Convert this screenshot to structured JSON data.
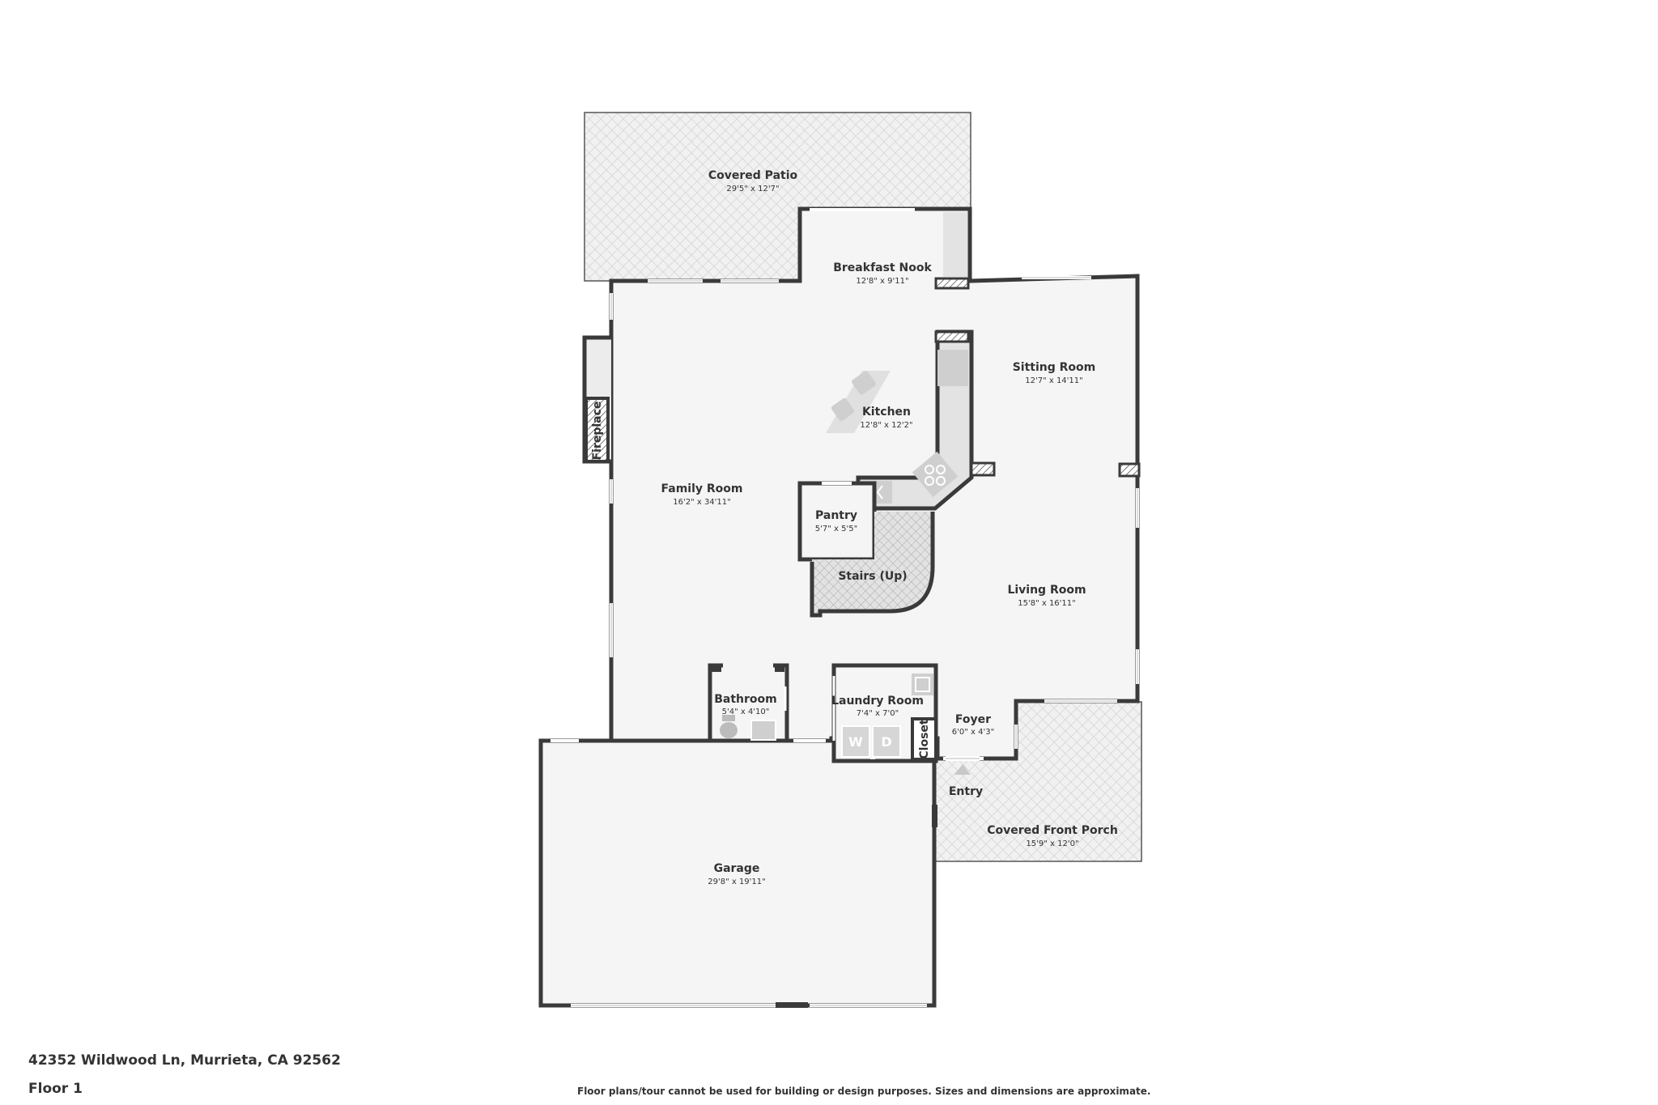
{
  "rooms": {
    "covered_patio": {
      "name": "Covered Patio",
      "dims": "29'5\" x 12'7\""
    },
    "breakfast_nook": {
      "name": "Breakfast Nook",
      "dims": "12'8\" x 9'11\""
    },
    "sitting_room": {
      "name": "Sitting Room",
      "dims": "12'7\" x 14'11\""
    },
    "kitchen": {
      "name": "Kitchen",
      "dims": "12'8\" x 12'2\""
    },
    "family_room": {
      "name": "Family Room",
      "dims": "16'2\" x 34'11\""
    },
    "pantry": {
      "name": "Pantry",
      "dims": "5'7\" x 5'5\""
    },
    "stairs": {
      "name": "Stairs (Up)"
    },
    "living_room": {
      "name": "Living Room",
      "dims": "15'8\" x 16'11\""
    },
    "bathroom": {
      "name": "Bathroom",
      "dims": "5'4\" x 4'10\""
    },
    "laundry_room": {
      "name": "Laundry Room",
      "dims": "7'4\" x 7'0\""
    },
    "foyer": {
      "name": "Foyer",
      "dims": "6'0\" x 4'3\""
    },
    "closet": {
      "name": "Closet"
    },
    "fireplace": {
      "name": "Fireplace"
    },
    "entry": {
      "name": "Entry"
    },
    "covered_front_porch": {
      "name": "Covered Front Porch",
      "dims": "15'9\" x 12'0\""
    },
    "garage": {
      "name": "Garage",
      "dims": "29'8\" x 19'11\""
    }
  },
  "appliances": {
    "washer": "W",
    "dryer": "D"
  },
  "footer": {
    "address": "42352 Wildwood Ln, Murrieta, CA 92562",
    "floor": "Floor 1",
    "disclaimer": "Floor plans/tour cannot be used for building or design purposes. Sizes and dimensions are approximate."
  },
  "colors": {
    "wall": "#3a3a3a",
    "floor": "#f4f4f4",
    "paving": "#ececec",
    "fixture": "#d9d9d9"
  },
  "icons": [
    "entry-arrow-icon",
    "sink-icon",
    "stove-icon",
    "toilet-icon"
  ]
}
